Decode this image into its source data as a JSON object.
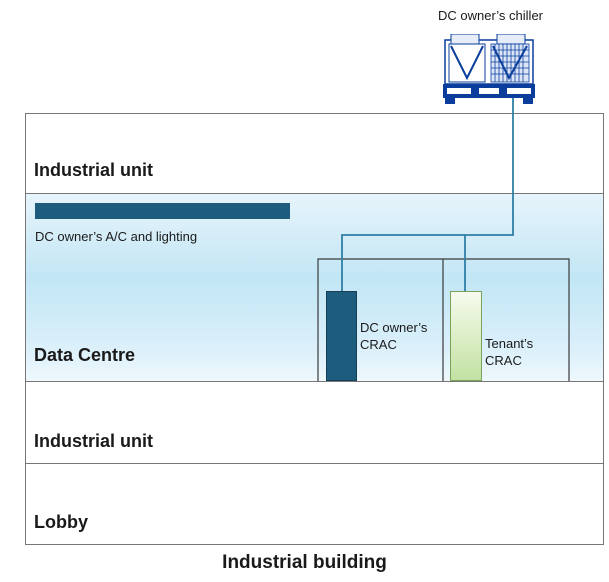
{
  "chiller": {
    "label": "DC owner’s chiller"
  },
  "floors": [
    {
      "label": "Industrial unit"
    },
    {
      "label": "Data Centre"
    },
    {
      "label": "Industrial unit"
    },
    {
      "label": "Lobby"
    }
  ],
  "ac_lighting": {
    "label": "DC owner’s A/C and lighting"
  },
  "cracs": {
    "owner": {
      "label": "DC owner’s\nCRAC"
    },
    "tenant": {
      "label": "Tenant’s\nCRAC"
    }
  },
  "caption": "Industrial building",
  "colors": {
    "pipe": "#2f7fa6",
    "owner_crac": "#1d5c7c",
    "tenant_crac": "#c3e2a3",
    "chiller": "#0a3d9c"
  }
}
